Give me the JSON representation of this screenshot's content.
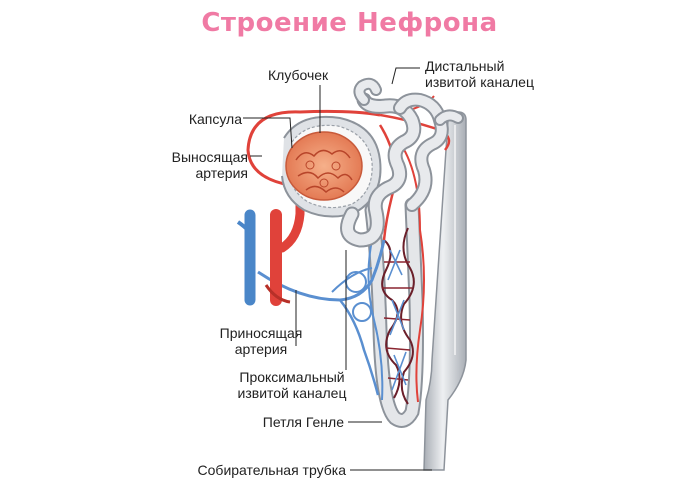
{
  "title": "Строение Нефрона",
  "labels": {
    "glomerulus": "Клубочек",
    "capsule": "Капсула",
    "efferent_line1": "Выносящая",
    "efferent_line2": "артерия",
    "afferent_line1": "Приносящая",
    "afferent_line2": "артерия",
    "proximal_line1": "Проксимальный",
    "proximal_line2": "извитой каналец",
    "loop_henle": "Петля Генле",
    "collecting_duct": "Собирательная трубка",
    "distal_line1": "Дистальный",
    "distal_line2": "извитой каналец"
  },
  "colors": {
    "title": "#f07aa4",
    "artery": "#e0423a",
    "vein": "#4a86c8",
    "tubule": "#d6d9de",
    "tubule_outline": "#9aa0a8",
    "dark_vessel": "#6b1f2a",
    "leader_line": "#222222"
  }
}
